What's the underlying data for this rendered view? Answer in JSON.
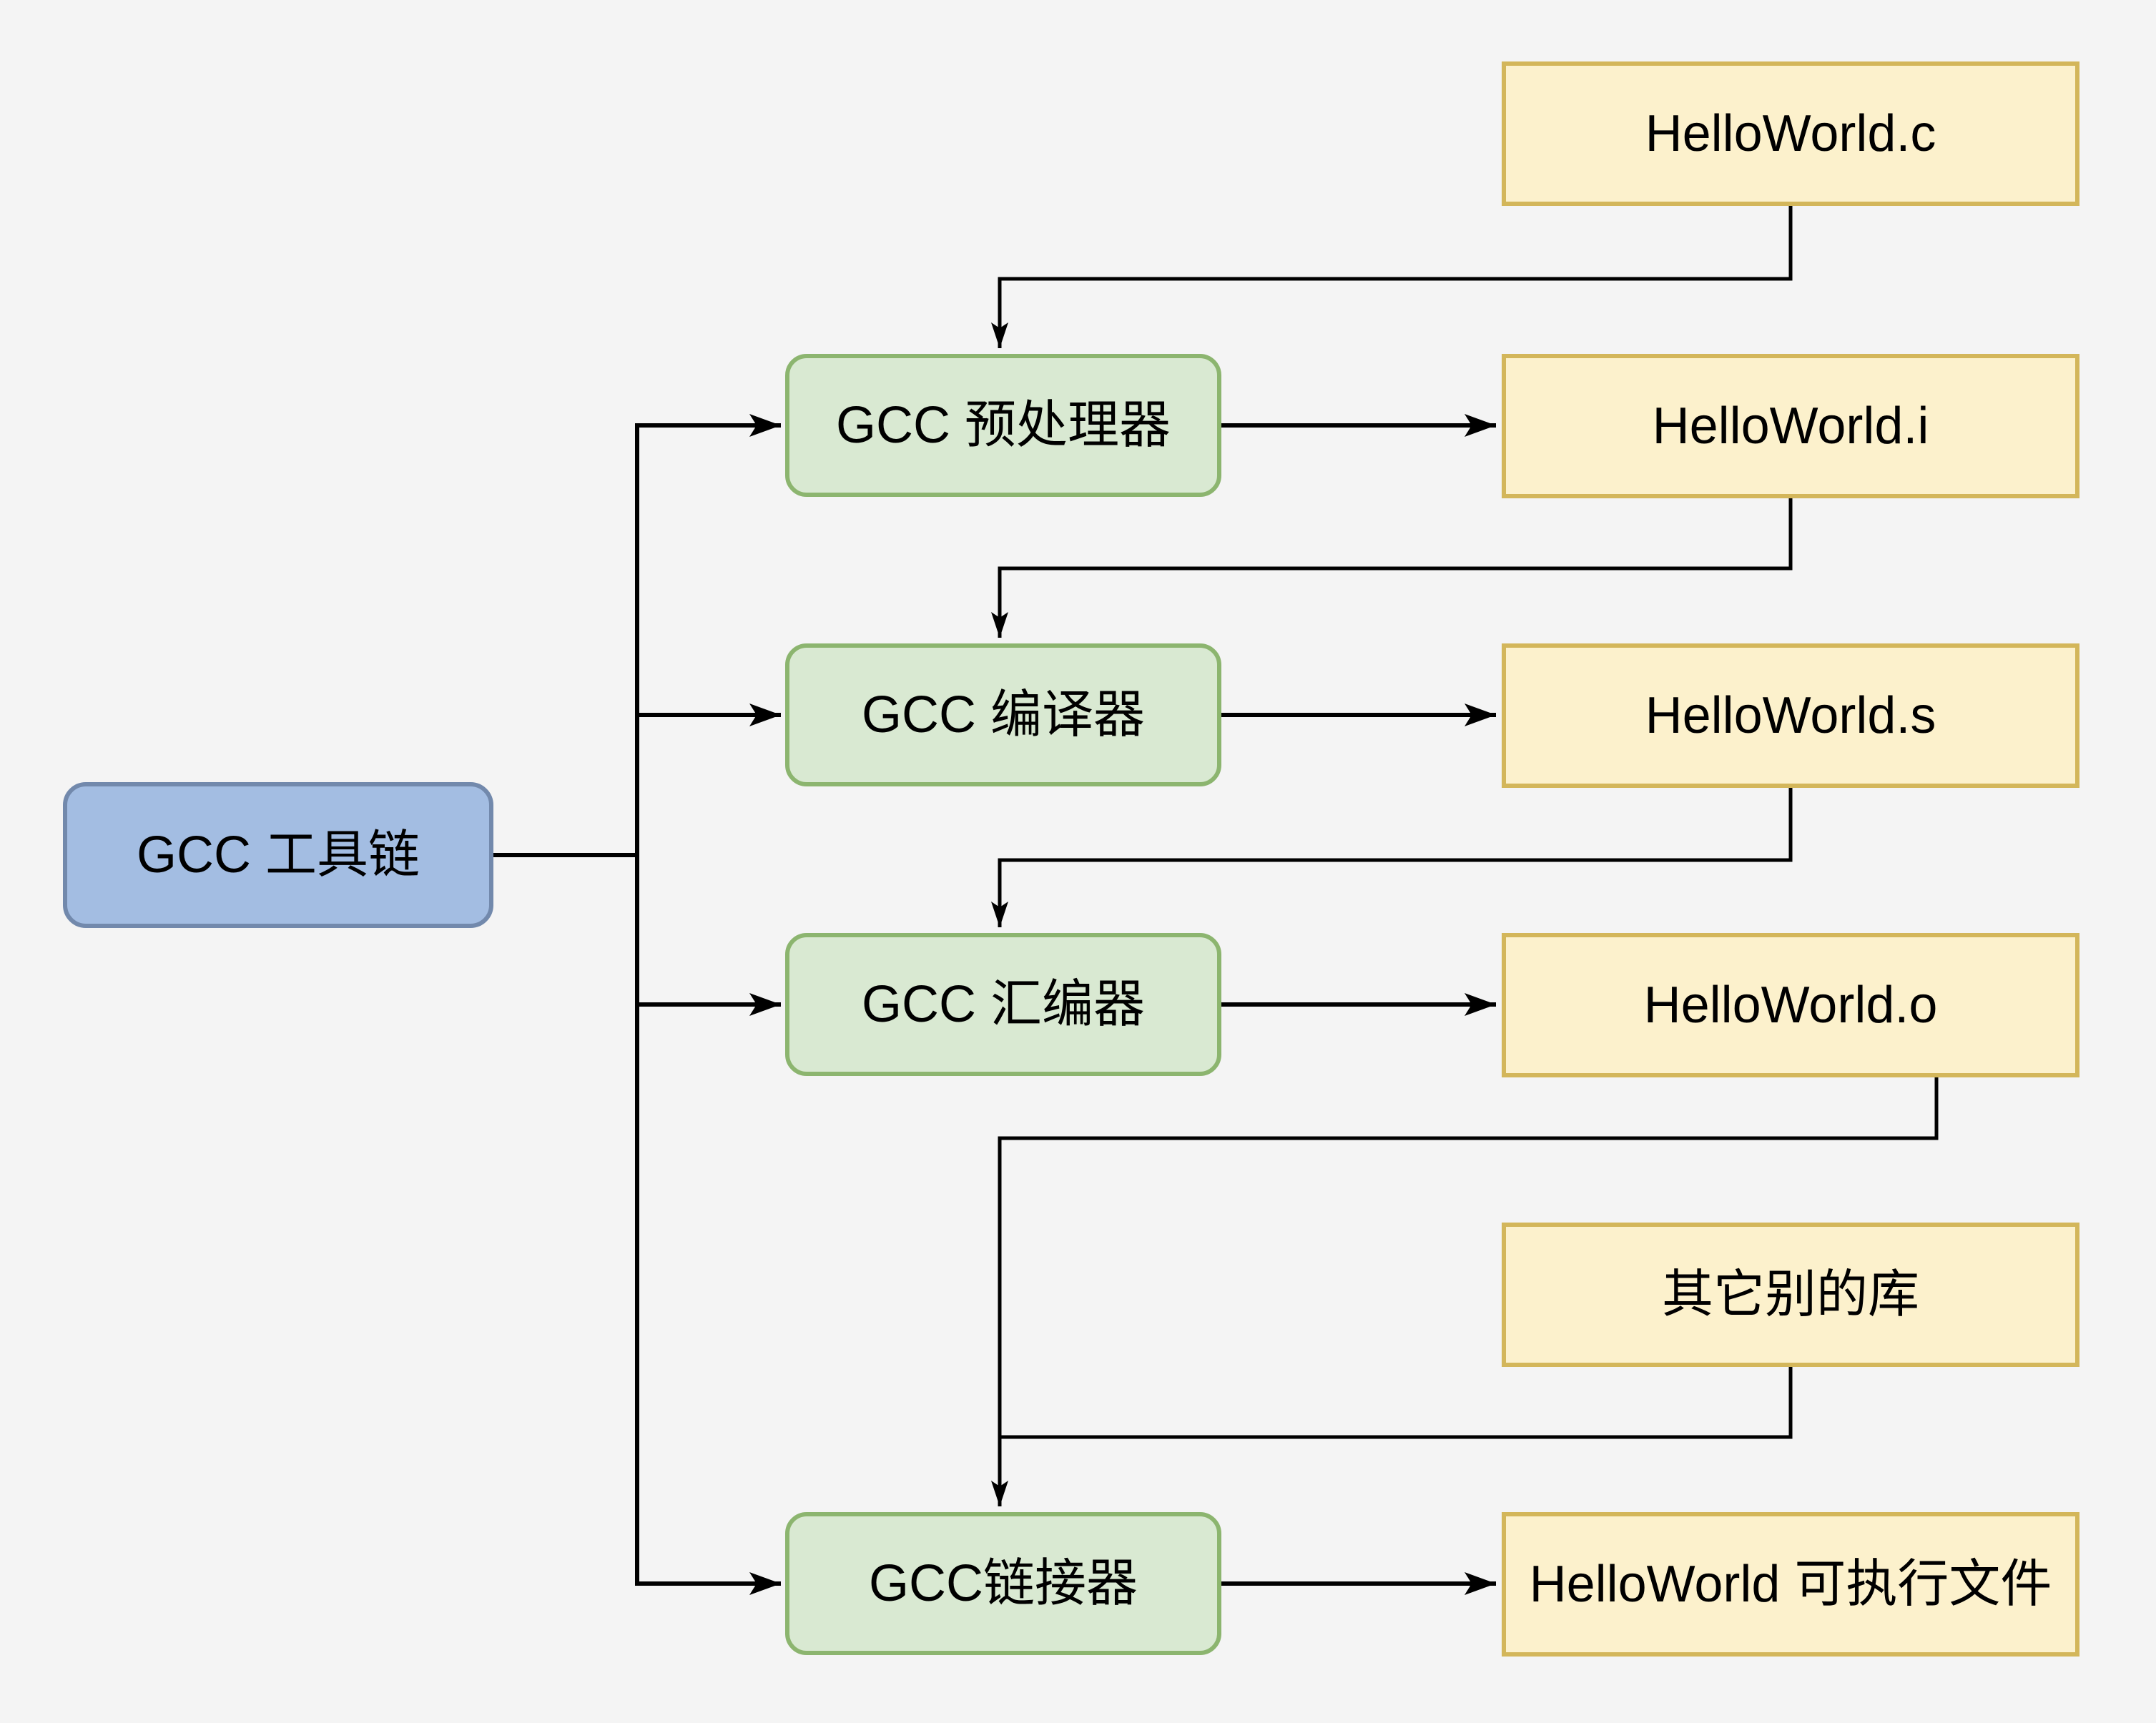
{
  "diagram": {
    "title": "GCC toolchain compilation flow",
    "background_color": "#f4f4f4",
    "colors": {
      "tool_root_fill": "#a3bde2",
      "tool_root_border": "#7289ac",
      "tool_fill": "#d9e9d2",
      "tool_border": "#8cb56f",
      "file_fill": "#fcf1cc",
      "file_border": "#d3b65a",
      "edge_color": "#000000",
      "text_color": "#000000"
    },
    "nodes": {
      "toolchain": {
        "label": "GCC 工具链",
        "kind": "tool-root"
      },
      "preprocessor": {
        "label": "GCC 预处理器",
        "kind": "tool"
      },
      "compiler": {
        "label": "GCC 编译器",
        "kind": "tool"
      },
      "assembler": {
        "label": "GCC 汇编器",
        "kind": "tool"
      },
      "linker": {
        "label": "GCC链接器",
        "kind": "tool"
      },
      "source_c": {
        "label": "HelloWorld.c",
        "kind": "file"
      },
      "preprocessed_i": {
        "label": "HelloWorld.i",
        "kind": "file"
      },
      "assembly_s": {
        "label": "HelloWorld.s",
        "kind": "file"
      },
      "object_o": {
        "label": "HelloWorld.o",
        "kind": "file"
      },
      "libraries": {
        "label": "其它别的库",
        "kind": "file"
      },
      "executable": {
        "label": "HelloWorld 可执行文件",
        "kind": "file"
      }
    },
    "edges": [
      {
        "from": "toolchain",
        "to": "preprocessor"
      },
      {
        "from": "toolchain",
        "to": "compiler"
      },
      {
        "from": "toolchain",
        "to": "assembler"
      },
      {
        "from": "toolchain",
        "to": "linker"
      },
      {
        "from": "source_c",
        "to": "preprocessor"
      },
      {
        "from": "preprocessor",
        "to": "preprocessed_i"
      },
      {
        "from": "preprocessed_i",
        "to": "compiler"
      },
      {
        "from": "compiler",
        "to": "assembly_s"
      },
      {
        "from": "assembly_s",
        "to": "assembler"
      },
      {
        "from": "assembler",
        "to": "object_o"
      },
      {
        "from": "object_o",
        "to": "linker"
      },
      {
        "from": "libraries",
        "to": "linker"
      },
      {
        "from": "linker",
        "to": "executable"
      }
    ]
  }
}
